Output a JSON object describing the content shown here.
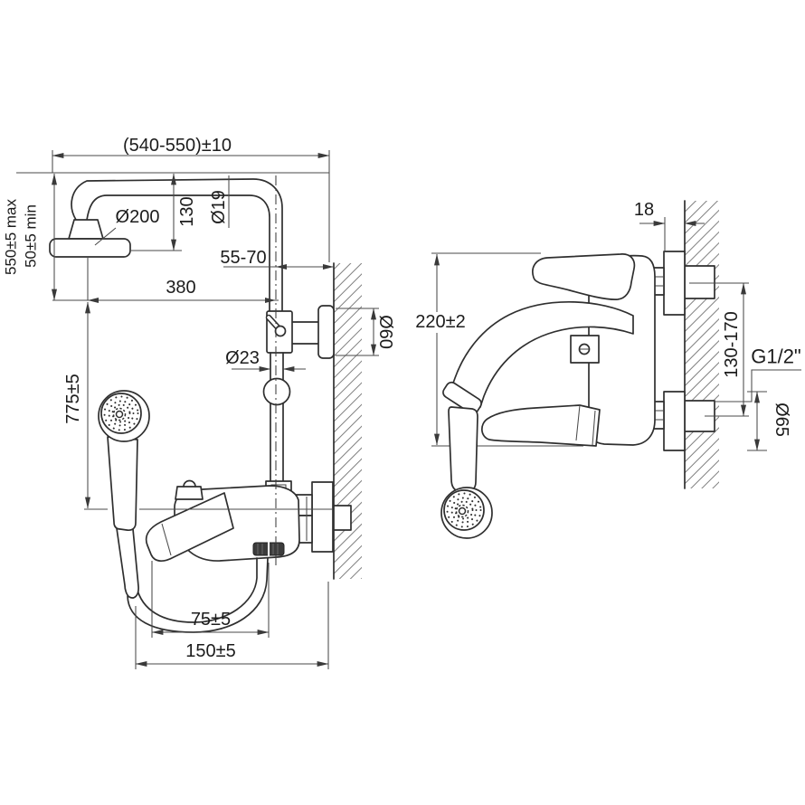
{
  "meta": {
    "background": "#ffffff",
    "line_color": "#2f2f2f",
    "dim_line_color": "#4a4a4a",
    "hatch_color": "#7f7f7f",
    "knurl_color": "#3c3c3c"
  },
  "left_view": {
    "title": "front-view-shower-column",
    "dims": {
      "span_top": "(540-550)±10",
      "height_max": "550±5 max",
      "height_min": "50±5 min",
      "head_diameter": "Ø200",
      "head_drop": "130",
      "pipe_diameter": "Ø19",
      "wall_distance": "55-70",
      "arm_reach": "380",
      "bracket_diameter": "Ø60",
      "bar_diameter": "Ø23",
      "column_height": "775±5",
      "spout_offset": "75±5",
      "hose_span": "150±5"
    }
  },
  "right_view": {
    "title": "side-view-wall-mixer",
    "dims": {
      "wall_offset": "18",
      "body_height": "220±2",
      "inlet_centers": "130-170",
      "thread_size": "G1/2\"",
      "flange_diameter": "Ø65"
    }
  }
}
